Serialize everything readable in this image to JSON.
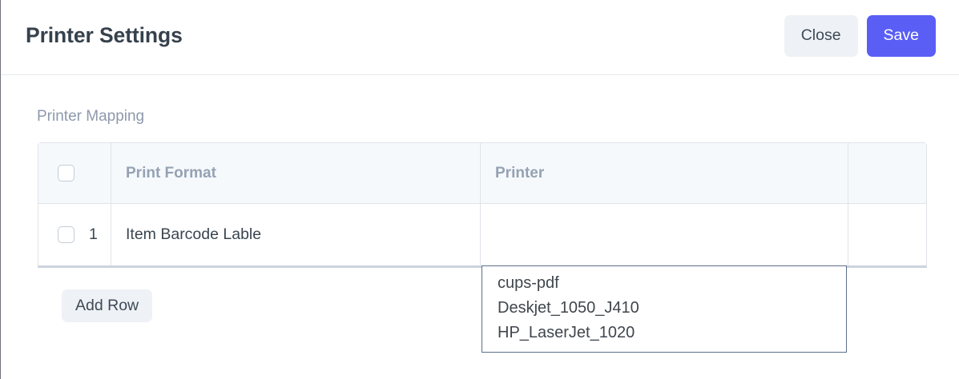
{
  "dialog": {
    "title": "Printer Settings",
    "buttons": {
      "close_label": "Close",
      "save_label": "Save"
    }
  },
  "section": {
    "label": "Printer Mapping"
  },
  "table": {
    "columns": [
      {
        "key": "select",
        "label": ""
      },
      {
        "key": "print_format",
        "label": "Print Format"
      },
      {
        "key": "printer",
        "label": "Printer"
      },
      {
        "key": "extra",
        "label": ""
      }
    ],
    "rows": [
      {
        "index": "1",
        "print_format": "Item Barcode Lable",
        "printer_value": "",
        "printer_placeholder": ""
      }
    ],
    "add_row_label": "Add Row"
  },
  "dropdown": {
    "open": true,
    "options": [
      "cups-pdf",
      "Deskjet_1050_J410",
      "HP_LaserJet_1020"
    ]
  },
  "colors": {
    "primary": "#5a5ef5",
    "secondary_bg": "#eef1f5",
    "title_text": "#36414c",
    "muted_text": "#8d99ab",
    "table_header_bg": "#f6f9fc",
    "border": "#dfe4ea",
    "dropdown_border": "#5c6f8c"
  }
}
